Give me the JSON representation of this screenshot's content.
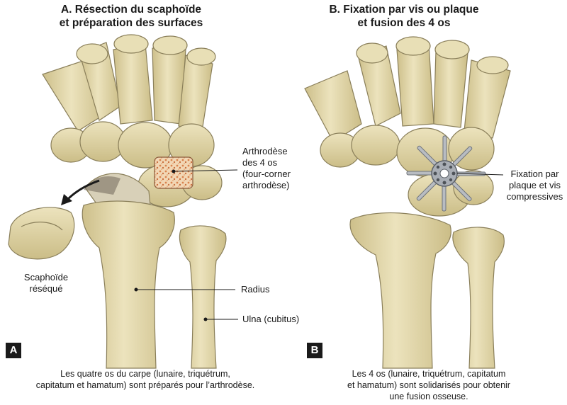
{
  "panel_a": {
    "title_line1": "A. Résection du scaphoïde",
    "title_line2": "et préparation des surfaces",
    "badge": "A",
    "labels": {
      "arthrodese_l1": "Arthrodèse",
      "arthrodese_l2": "des 4 os",
      "arthrodese_l3": "(four-corner",
      "arthrodese_l4": "arthrodèse)",
      "scaphoide_l1": "Scaphoïde",
      "scaphoide_l2": "réséqué",
      "radius": "Radius",
      "ulna": "Ulna (cubitus)"
    },
    "caption_line1": "Les quatre os du carpe (lunaire, triquétrum,",
    "caption_line2": "capitatum et hamatum) sont préparés pour l’arthrodèse."
  },
  "panel_b": {
    "title_line1": "B. Fixation par vis ou plaque",
    "title_line2": "et fusion des 4 os",
    "badge": "B",
    "labels": {
      "fixation_l1": "Fixation par",
      "fixation_l2": "plaque et vis",
      "fixation_l3": "compressives"
    },
    "caption_line1": "Les 4 os (lunaire, triquétrum, capitatum",
    "caption_line2": "et hamatum) sont solidarisés pour obtenir",
    "caption_line3": "une fusion osseuse."
  },
  "colors": {
    "bone": "#e6dcb0",
    "bone_shadow": "#c9bb86",
    "bone_outline": "#8a7f5a",
    "cancellous": "#d98a5a",
    "metal": "#b8bcc2"
  }
}
